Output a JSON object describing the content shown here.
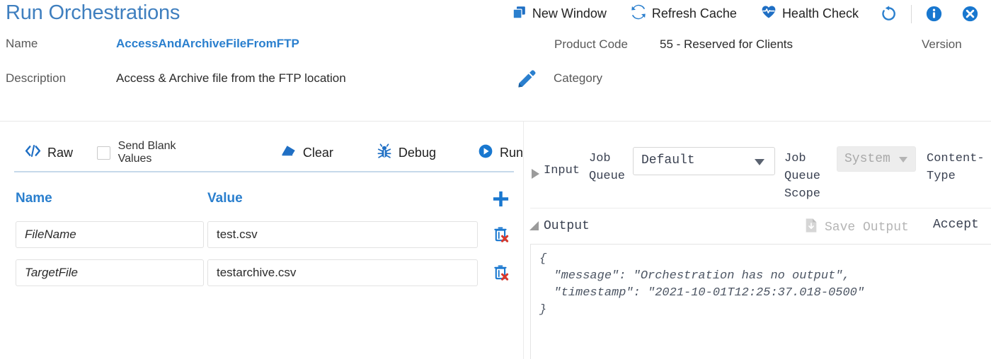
{
  "header": {
    "title": "Run Orchestrations",
    "fields": {
      "name_label": "Name",
      "name_value": "AccessAndArchiveFileFromFTP",
      "description_label": "Description",
      "description_value": "Access & Archive file from the FTP location",
      "product_code_label": "Product Code",
      "product_code_value": "55 - Reserved for Clients",
      "version_label": "Version",
      "category_label": "Category"
    },
    "actions": [
      {
        "label": "New Window",
        "icon": "new-window-icon"
      },
      {
        "label": "Refresh Cache",
        "icon": "refresh-cache-icon"
      },
      {
        "label": "Health Check",
        "icon": "health-check-icon"
      }
    ],
    "icon_actions": [
      {
        "icon": "reset-icon"
      },
      {
        "icon": "info-icon"
      },
      {
        "icon": "close-icon"
      }
    ]
  },
  "left_panel": {
    "toolbar": {
      "raw_label": "Raw",
      "send_blank_label": "Send Blank Values",
      "send_blank_checked": false,
      "clear_label": "Clear",
      "debug_label": "Debug",
      "run_label": "Run"
    },
    "table": {
      "columns": [
        "Name",
        "Value"
      ],
      "rows": [
        {
          "name": "FileName",
          "value": "test.csv"
        },
        {
          "name": "TargetFile",
          "value": "testarchive.csv"
        }
      ]
    }
  },
  "right_panel": {
    "input_section": {
      "label": "Input",
      "expanded": false,
      "job_queue_label": "Job Queue",
      "job_queue_value": "Default",
      "job_queue_scope_label": "Job Queue Scope",
      "job_queue_scope_value": "System",
      "job_queue_scope_disabled": true,
      "content_type_label": "Content-Type"
    },
    "output_section": {
      "label": "Output",
      "expanded": true,
      "save_output_label": "Save Output",
      "save_output_disabled": true,
      "accept_label": "Accept",
      "output_text": "{\n  \"message\": \"Orchestration has no output\",\n  \"timestamp\": \"2021-10-01T12:25:37.018-0500\"\n}"
    }
  },
  "colors": {
    "accent_blue": "#2a7fce",
    "title_blue": "#3f7fbf",
    "delete_red": "#d9382b",
    "rule_blue": "#c6d9ea"
  }
}
